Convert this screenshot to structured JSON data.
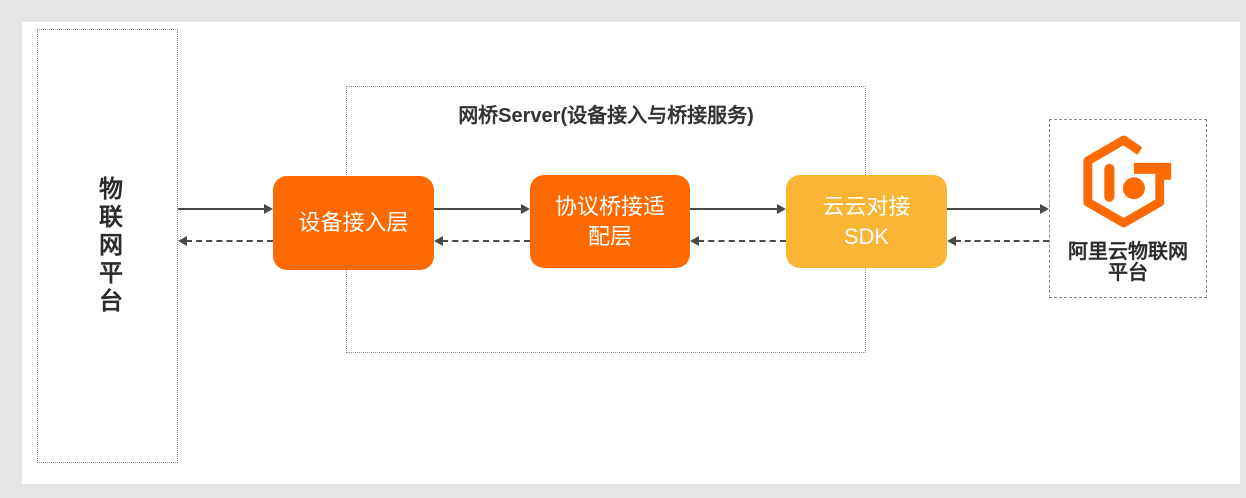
{
  "diagram": {
    "iot_platform": {
      "label": "物联网平台"
    },
    "bridge_server": {
      "title": "网桥Server(设备接入与桥接服务)",
      "boxes": [
        {
          "name": "device-access-layer",
          "lines": [
            "设备接入层"
          ],
          "color": "#FF6A00"
        },
        {
          "name": "protocol-bridge-adapter-layer",
          "lines": [
            "协议桥接适",
            "配层"
          ],
          "color": "#FF6A00"
        },
        {
          "name": "cloud-cloud-sdk",
          "lines": [
            "云云对接",
            "SDK"
          ],
          "color": "#FAB535"
        }
      ]
    },
    "aliyun_platform": {
      "icon": "aliyun-iot-icon",
      "lines": [
        "阿里云物联网",
        "平台"
      ]
    },
    "connections": [
      {
        "from": "iot-platform",
        "to": "device-access-layer",
        "style": "solid",
        "direction": "right"
      },
      {
        "from": "device-access-layer",
        "to": "iot-platform",
        "style": "dashed",
        "direction": "left"
      },
      {
        "from": "device-access-layer",
        "to": "protocol-bridge-adapter-layer",
        "style": "solid",
        "direction": "right"
      },
      {
        "from": "protocol-bridge-adapter-layer",
        "to": "device-access-layer",
        "style": "dashed",
        "direction": "left"
      },
      {
        "from": "protocol-bridge-adapter-layer",
        "to": "cloud-cloud-sdk",
        "style": "solid",
        "direction": "right"
      },
      {
        "from": "cloud-cloud-sdk",
        "to": "protocol-bridge-adapter-layer",
        "style": "dashed",
        "direction": "left"
      },
      {
        "from": "cloud-cloud-sdk",
        "to": "aliyun-iot-platform",
        "style": "solid",
        "direction": "right"
      },
      {
        "from": "aliyun-iot-platform",
        "to": "cloud-cloud-sdk",
        "style": "dashed",
        "direction": "left"
      }
    ],
    "colors": {
      "alibaba_orange": "#FF6A00",
      "accent_yellow": "#FAB535",
      "arrow": "#4A4A4A",
      "dashed_border": "#8F8F8F",
      "text": "#333333",
      "page_background": "#E4E5E6",
      "panel_background": "#FFFFFF"
    }
  }
}
